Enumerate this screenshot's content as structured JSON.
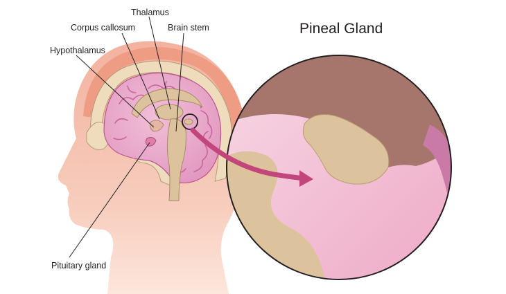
{
  "title": "Pineal Gland",
  "labels": {
    "thalamus": "Thalamus",
    "corpus_callosum": "Corpus callosum",
    "brain_stem": "Brain stem",
    "hypothalamus": "Hypothalamus",
    "pituitary_gland": "Pituitary gland"
  },
  "colors": {
    "skin": "#f6c4b3",
    "scalp": "#ef9c85",
    "skull_bone": "#efdcbc",
    "brain_tissue": "#e9a7c9",
    "brain_folds": "#c9659d",
    "gland_tan": "#dcc39e",
    "zoom_top": "#a6766d",
    "zoom_pink": "#f5cfe0",
    "arrow": "#c2457c",
    "outline": "#231f20"
  }
}
